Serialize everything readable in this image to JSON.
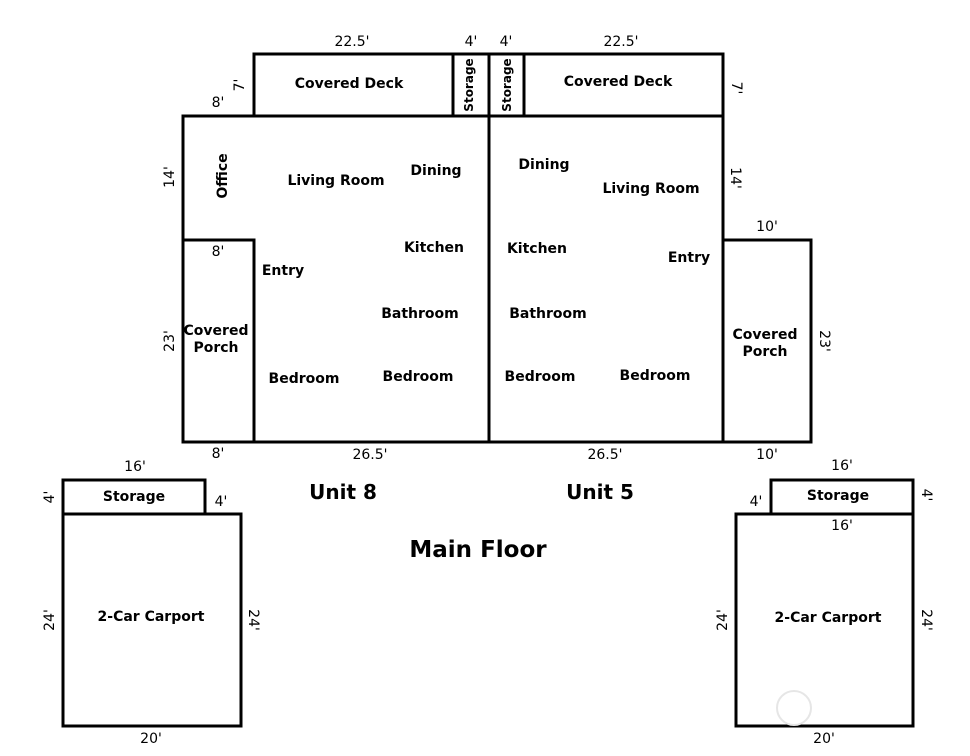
{
  "title": "Main Floor",
  "units": {
    "left": {
      "name": "Unit 8",
      "rooms": {
        "covered_deck": "Covered Deck",
        "storage": "Storage",
        "office": "Office",
        "living_room": "Living Room",
        "dining": "Dining",
        "kitchen": "Kitchen",
        "entry": "Entry",
        "bathroom": "Bathroom",
        "bedroom_1": "Bedroom",
        "bedroom_2": "Bedroom",
        "covered_porch_line1": "Covered",
        "covered_porch_line2": "Porch"
      },
      "dimensions": {
        "deck_width": "22.5'",
        "deck_depth": "7'",
        "storage_width": "4'",
        "top_left_width": "8'",
        "living_depth": "14'",
        "porch_width_top": "8'",
        "porch_depth": "23'",
        "porch_width_bottom": "8'",
        "unit_width": "26.5'"
      }
    },
    "right": {
      "name": "Unit 5",
      "rooms": {
        "covered_deck": "Covered Deck",
        "storage": "Storage",
        "dining": "Dining",
        "living_room": "Living Room",
        "kitchen": "Kitchen",
        "entry": "Entry",
        "bathroom": "Bathroom",
        "bedroom_1": "Bedroom",
        "bedroom_2": "Bedroom",
        "covered_porch_line1": "Covered",
        "covered_porch_line2": "Porch"
      },
      "dimensions": {
        "deck_width": "22.5'",
        "deck_depth": "7'",
        "storage_width": "4'",
        "living_depth": "14'",
        "porch_width_top": "10'",
        "porch_depth": "23'",
        "porch_width_bottom": "10'",
        "unit_width": "26.5'"
      }
    }
  },
  "carports": {
    "left": {
      "storage": "Storage",
      "carport": "2-Car Carport",
      "dimensions": {
        "storage_width": "16'",
        "storage_depth_left": "4'",
        "storage_depth_right": "4'",
        "carport_depth_left": "24'",
        "carport_depth_right": "24'",
        "carport_width": "20'"
      }
    },
    "right": {
      "storage": "Storage",
      "carport": "2-Car Carport",
      "dimensions": {
        "storage_width_top": "16'",
        "storage_width_bottom": "16'",
        "storage_depth_left": "4'",
        "storage_depth_right": "4'",
        "carport_depth_left": "24'",
        "carport_depth_right": "24'",
        "carport_width": "20'"
      }
    }
  }
}
